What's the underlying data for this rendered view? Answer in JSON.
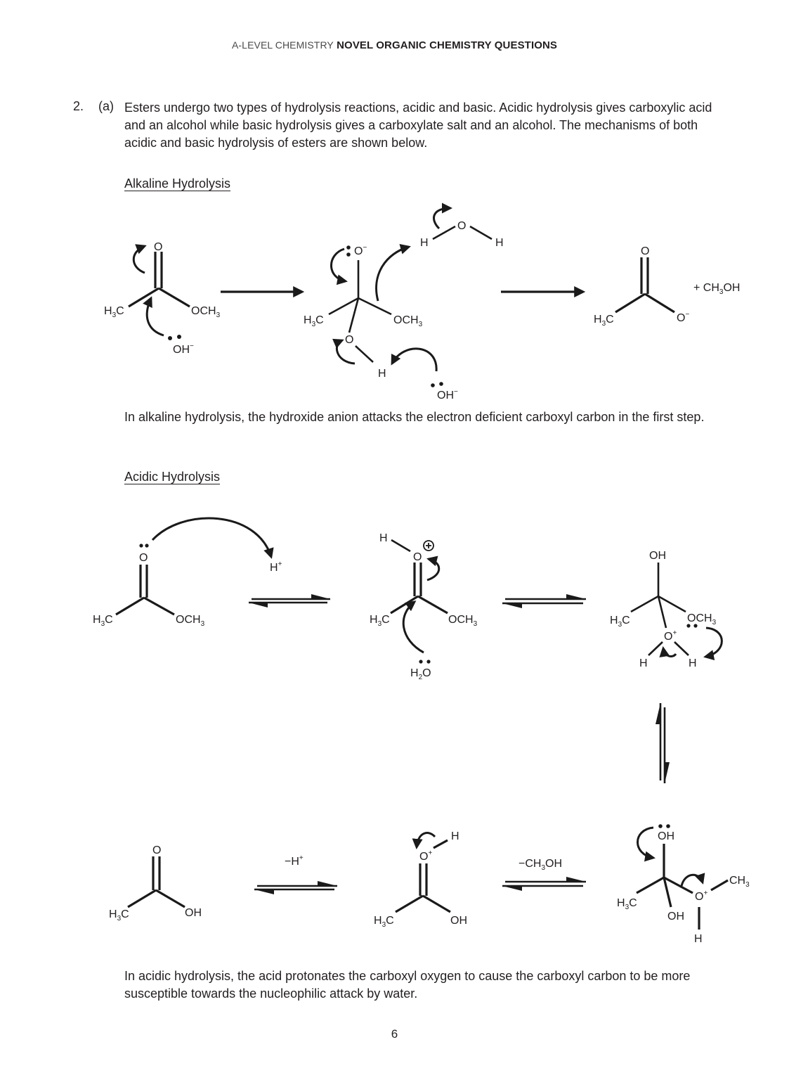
{
  "header": {
    "subject_light": "A-LEVEL CHEMISTRY",
    "title_bold": "NOVEL ORGANIC CHEMISTRY QUESTIONS"
  },
  "question": {
    "number": "2.",
    "part": "(a)",
    "intro": "Esters undergo two types of hydrolysis reactions, acidic and basic. Acidic hydrolysis gives carboxylic acid and an alcohol while basic hydrolysis gives a carboxylate salt and an alcohol. The mechanisms of both acidic and basic hydrolysis of esters are shown below."
  },
  "alkaline": {
    "heading": "Alkaline Hydrolysis",
    "note": "In alkaline hydrolysis, the hydroxide anion attacks the electron deficient carboxyl carbon in the first step.",
    "species": {
      "ester": {
        "top": "O",
        "left": "H3C",
        "right": "OCH3",
        "nucleophile": "OH⁻"
      },
      "intermediate": {
        "top": "O⁻",
        "left": "H3C",
        "right": "OCH3",
        "bottom": "O",
        "bottom_h": "H",
        "base": "OH⁻",
        "water_o": "O",
        "water_h1": "H",
        "water_h2": "H"
      },
      "product": {
        "top": "O",
        "left": "H3C",
        "right": "O⁻",
        "byproduct": "+ CH3OH"
      }
    }
  },
  "acidic": {
    "heading": "Acidic Hydrolysis",
    "note": "In acidic hydrolysis, the acid protonates the carboxyl oxygen to cause the carboxyl carbon to be more susceptible towards the nucleophilic attack by water.",
    "steps": [
      {
        "label": "ester",
        "top": "O",
        "left": "H3C",
        "right": "OCH3",
        "reagent": "H⁺"
      },
      {
        "label": "protonated-ester",
        "top": "O",
        "h": "H",
        "charge": "⊕",
        "left": "H3C",
        "right": "OCH3",
        "nucleophile": "H2O"
      },
      {
        "label": "tetrahedral-oxonium",
        "top": "OH",
        "left": "H3C",
        "right": "OCH3",
        "bottom": "O⁺",
        "h1": "H",
        "h2": "H"
      },
      {
        "label": "tetrahedral-methyloxonium",
        "top": "OH",
        "left": "H3C",
        "bottom": "OH",
        "right": "O⁺",
        "methyl": "CH3",
        "h": "H"
      },
      {
        "label": "protonated-acid",
        "top": "O⁺",
        "h": "H",
        "left": "H3C",
        "right": "OH",
        "condition": "−CH3OH"
      },
      {
        "label": "carboxylic-acid",
        "top": "O",
        "left": "H3C",
        "right": "OH",
        "condition": "−H⁺"
      }
    ]
  },
  "page": {
    "number": "6"
  }
}
